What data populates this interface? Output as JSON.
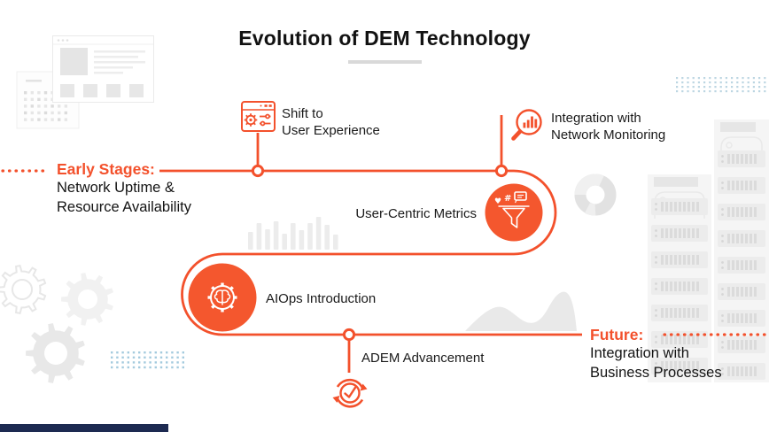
{
  "header": {
    "title": "Evolution of DEM Technology"
  },
  "timeline": {
    "early": {
      "label": "Early Stages:",
      "desc1": "Network Uptime &",
      "desc2": "Resource Availability"
    },
    "shift": {
      "desc1": "Shift to",
      "desc2": "User Experience",
      "icon": "browser-settings-icon"
    },
    "network": {
      "desc1": "Integration with",
      "desc2": "Network Monitoring",
      "icon": "magnifier-chart-icon"
    },
    "user_centric": {
      "label": "User-Centric Metrics",
      "icon": "funnel-metrics-icon"
    },
    "aiops": {
      "label": "AIOps Introduction",
      "icon": "gear-brain-icon"
    },
    "adem": {
      "label": "ADEM Advancement",
      "icon": "check-refresh-icon"
    },
    "future": {
      "label": "Future:",
      "desc1": "Integration with",
      "desc2": "Business Processes"
    }
  },
  "colors": {
    "accent": "#F3512C",
    "disc_fill": "#F4572E",
    "title_text": "#121212",
    "body_text": "#161616",
    "divider": "#D9D9D9",
    "sketch_gray": "#EBEBEB",
    "dot_blue_top": "#BCD6E2",
    "dot_blue_bottom": "#A5CBDE",
    "navy_bar": "#1D2A51"
  },
  "decor": [
    "browser-window-sketch",
    "dot-grid-card-sketch",
    "teal-dot-grid",
    "bar-chart-sketch",
    "donut-sketch",
    "wave-sketch",
    "gear-sketches",
    "server-rack-sketches",
    "navy-footer-bar"
  ]
}
